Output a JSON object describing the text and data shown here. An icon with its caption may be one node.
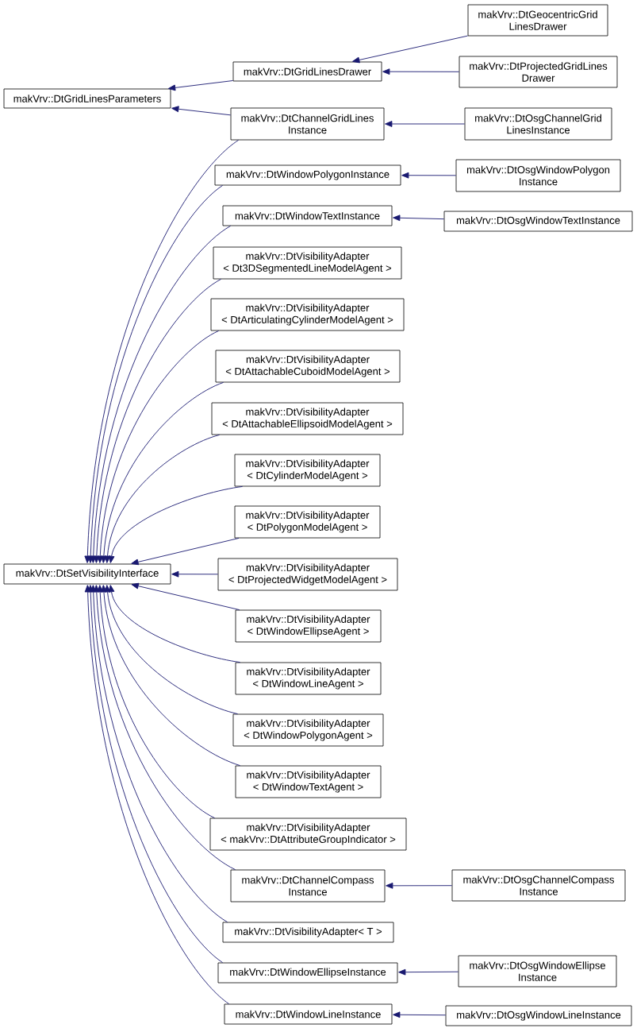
{
  "diagram": {
    "nodes": [
      {
        "text": [
          "makVrv::DtGridLinesParameters"
        ]
      },
      {
        "text": [
          "makVrv::DtGridLinesDrawer"
        ]
      },
      {
        "text": [
          "makVrv::DtGeocentricGrid LinesDrawer"
        ]
      },
      {
        "text": [
          "makVrv::DtProjectedGridLines Drawer"
        ]
      },
      {
        "text": [
          "makVrv::DtChannelGridLines Instance"
        ]
      },
      {
        "text": [
          "makVrv::DtOsgChannelGrid LinesInstance"
        ]
      },
      {
        "text": [
          "makVrv::DtSetVisibilityInterface"
        ]
      },
      {
        "text": [
          "makVrv::DtWindowPolygonInstance"
        ]
      },
      {
        "text": [
          "makVrv::DtOsgWindowPolygon Instance"
        ]
      },
      {
        "text": [
          "makVrv::DtWindowTextInstance"
        ]
      },
      {
        "text": [
          "makVrv::DtOsgWindowTextInstance"
        ]
      },
      {
        "text": [
          "makVrv::DtVisibilityAdapter < Dt3DSegmentedLineModelAgent >"
        ]
      },
      {
        "text": [
          "makVrv::DtVisibilityAdapter < DtArticulatingCylinderModelAgent >"
        ]
      },
      {
        "text": [
          "makVrv::DtVisibilityAdapter < DtAttachableCuboidModelAgent >"
        ]
      },
      {
        "text": [
          "makVrv::DtVisibilityAdapter < DtAttachableEllipsoidModelAgent >"
        ]
      },
      {
        "text": [
          "makVrv::DtVisibilityAdapter < DtCylinderModelAgent >"
        ]
      },
      {
        "text": [
          "makVrv::DtVisibilityAdapter < DtPolygonModelAgent >"
        ]
      },
      {
        "text": [
          "makVrv::DtVisibilityAdapter < DtProjectedWidgetModelAgent >"
        ]
      },
      {
        "text": [
          "makVrv::DtVisibilityAdapter < DtWindowEllipseAgent >"
        ]
      },
      {
        "text": [
          "makVrv::DtVisibilityAdapter < DtWindowLineAgent >"
        ]
      },
      {
        "text": [
          "makVrv::DtVisibilityAdapter < DtWindowPolygonAgent >"
        ]
      },
      {
        "text": [
          "makVrv::DtVisibilityAdapter < DtWindowTextAgent >"
        ]
      },
      {
        "text": [
          "makVrv::DtVisibilityAdapter < makVrv::DtAttributeGroupIndicator >"
        ]
      },
      {
        "text": [
          "makVrv::DtChannelCompass Instance"
        ]
      },
      {
        "text": [
          "makVrv::DtOsgChannelCompass Instance"
        ]
      },
      {
        "text": [
          "makVrv::DtVisibilityAdapter< T >"
        ]
      },
      {
        "text": [
          "makVrv::DtWindowEllipseInstance"
        ]
      },
      {
        "text": [
          "makVrv::DtOsgWindowEllipse Instance"
        ]
      },
      {
        "text": [
          "makVrv::DtWindowLineInstance"
        ]
      },
      {
        "text": [
          "makVrv::DtOsgWindowLineInstance"
        ]
      }
    ],
    "edges": [
      {
        "from": 1,
        "to": 0,
        "arrow": "to"
      },
      {
        "from": 4,
        "to": 0,
        "arrow": "to"
      },
      {
        "from": 2,
        "to": 1,
        "arrow": "to"
      },
      {
        "from": 3,
        "to": 1,
        "arrow": "to"
      },
      {
        "from": 5,
        "to": 4,
        "arrow": "to"
      },
      {
        "from": 4,
        "to": 6,
        "arrow": "to"
      },
      {
        "from": 7,
        "to": 6,
        "arrow": "to"
      },
      {
        "from": 8,
        "to": 7,
        "arrow": "to"
      },
      {
        "from": 9,
        "to": 6,
        "arrow": "to"
      },
      {
        "from": 10,
        "to": 9,
        "arrow": "to"
      },
      {
        "from": 11,
        "to": 6,
        "arrow": "to"
      },
      {
        "from": 12,
        "to": 6,
        "arrow": "to"
      },
      {
        "from": 13,
        "to": 6,
        "arrow": "to"
      },
      {
        "from": 14,
        "to": 6,
        "arrow": "to"
      },
      {
        "from": 15,
        "to": 6,
        "arrow": "to"
      },
      {
        "from": 16,
        "to": 6,
        "arrow": "to"
      },
      {
        "from": 17,
        "to": 6,
        "arrow": "to"
      },
      {
        "from": 18,
        "to": 6,
        "arrow": "to"
      },
      {
        "from": 19,
        "to": 6,
        "arrow": "to"
      },
      {
        "from": 20,
        "to": 6,
        "arrow": "to"
      },
      {
        "from": 21,
        "to": 6,
        "arrow": "to"
      },
      {
        "from": 22,
        "to": 6,
        "arrow": "to"
      },
      {
        "from": 23,
        "to": 6,
        "arrow": "to"
      },
      {
        "from": 24,
        "to": 23,
        "arrow": "to"
      },
      {
        "from": 25,
        "to": 6,
        "arrow": "to"
      },
      {
        "from": 26,
        "to": 6,
        "arrow": "to"
      },
      {
        "from": 27,
        "to": 26,
        "arrow": "to"
      },
      {
        "from": 28,
        "to": 6,
        "arrow": "to"
      },
      {
        "from": 29,
        "to": 28,
        "arrow": "to"
      }
    ]
  }
}
